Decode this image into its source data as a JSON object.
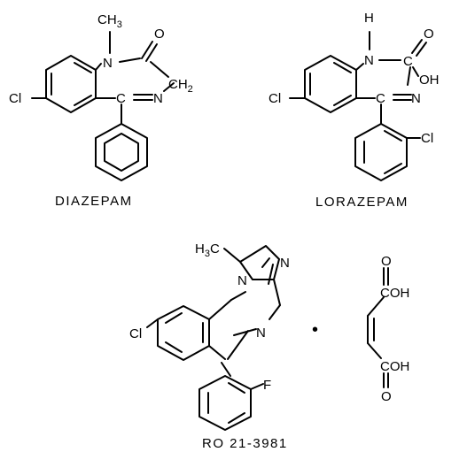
{
  "diazepam": {
    "name": "DIAZEPAM",
    "labels": {
      "c": "C",
      "h3": "H",
      "three": "3",
      "o": "O",
      "n1": "N",
      "ch2": "CH",
      "two": "2",
      "n2": "N",
      "cl": "Cl",
      "c_eq": "C"
    }
  },
  "lorazepam": {
    "name": "LORAZEPAM",
    "labels": {
      "h": "H",
      "o": "O",
      "n1": "N",
      "c": "C",
      "oh": "OH",
      "n2": "N",
      "cl": "Cl",
      "cl2": "Cl",
      "c_eq": "C"
    }
  },
  "ro": {
    "name": "RO 21-3981",
    "labels": {
      "h3c_h": "H",
      "h3c_3": "3",
      "h3c_c": "C",
      "n_top": "N",
      "n_ring": "N",
      "n_az": "N",
      "cl": "Cl",
      "f": "F"
    }
  },
  "maleic": {
    "labels": {
      "o_top": "O",
      "cooh_top": "COH",
      "cooh_bot": "COH",
      "o_bot": "O"
    }
  },
  "separator": "•"
}
